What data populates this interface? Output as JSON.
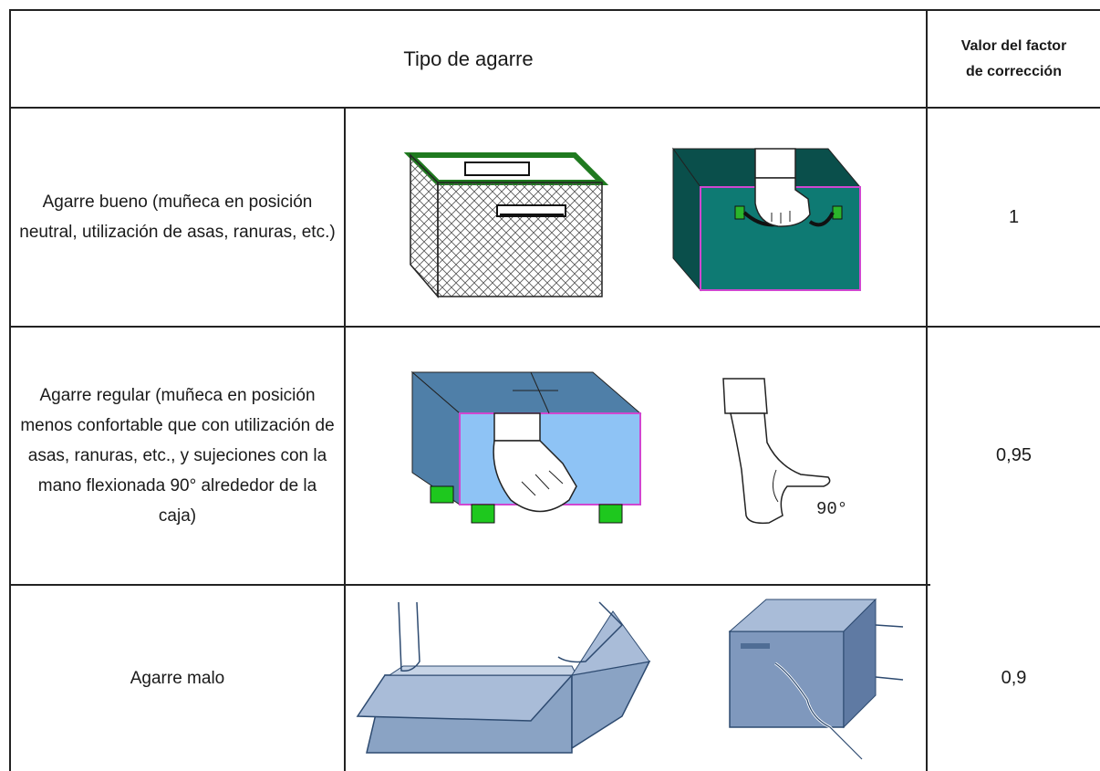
{
  "table": {
    "header": {
      "grip_type": "Tipo de agarre",
      "factor_line1": "Valor del factor",
      "factor_line2": "de corrección"
    },
    "rows": [
      {
        "description": "Agarre bueno (muñeca en posición neutral, utilización de asas, ranuras, etc.)",
        "value": "1"
      },
      {
        "description": "Agarre regular (muñeca en posición menos confortable que con utilización de asas, ranuras, etc., y sujeciones con la mano flexionada 90° alrededor de la caja)",
        "value": "0,95",
        "illustration_label": "90°"
      },
      {
        "description": "Agarre malo",
        "value": "0,9"
      }
    ]
  },
  "colors": {
    "teal_box": "#0e7a73",
    "teal_dark": "#0a4f4b",
    "green_rim": "#1f7a1f",
    "blue_box_light": "#8ec3f5",
    "blue_box_dark": "#4f7fa8",
    "bright_green": "#1ec81e",
    "grey_blue_box": "#8aa3c4",
    "magenta_edge": "#d046d0"
  }
}
